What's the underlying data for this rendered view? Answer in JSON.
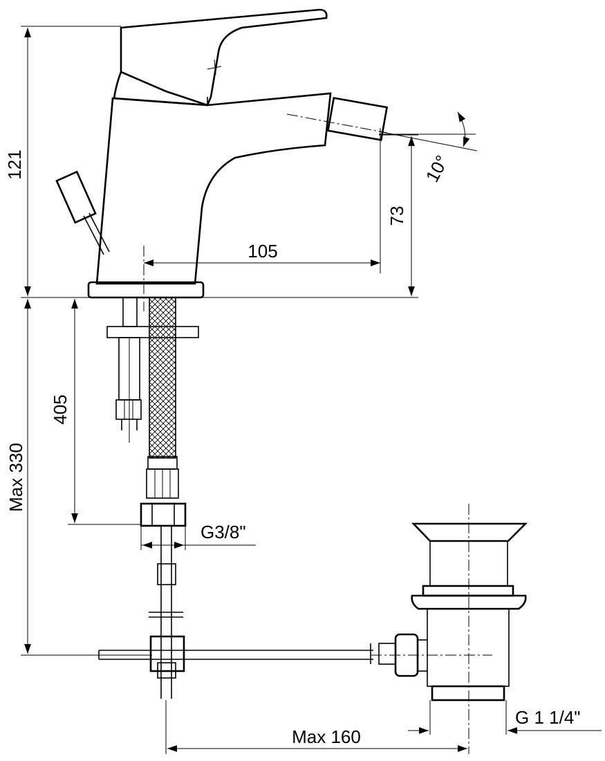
{
  "dimensions": {
    "height_body": "121",
    "spout_reach": "105",
    "spout_height": "73",
    "spout_angle": "10°",
    "hose_length": "405",
    "max_depth": "Max 330",
    "inlet_thread": "G3/8\"",
    "waste_reach": "Max 160",
    "waste_thread": "G 1 1/4\""
  }
}
